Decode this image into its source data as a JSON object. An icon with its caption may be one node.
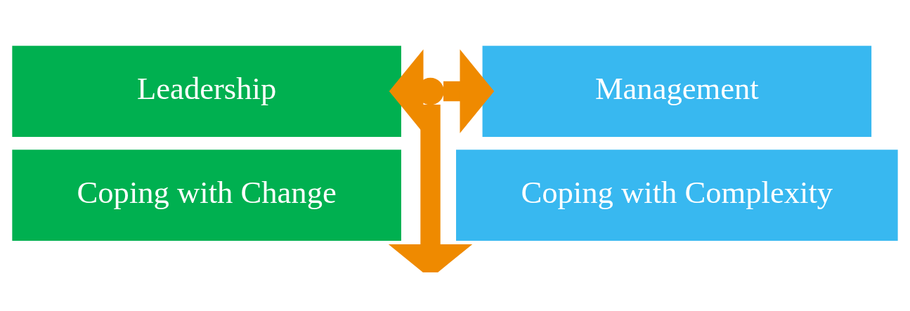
{
  "diagram": {
    "nodes": [
      {
        "text": [
          "Leadership"
        ]
      },
      {
        "text": [
          "Coping with Change"
        ]
      },
      {
        "text": [
          "Management"
        ]
      },
      {
        "text": [
          "Coping with Complexity"
        ]
      },
      {
        "text": [],
        "shape": "point"
      }
    ],
    "edges": [
      {
        "from": 4,
        "to": 0,
        "arrow": "to"
      },
      {
        "from": 4,
        "to": 2,
        "arrow": "to"
      },
      {
        "from": 4,
        "to": null,
        "arrow": "to"
      }
    ]
  }
}
